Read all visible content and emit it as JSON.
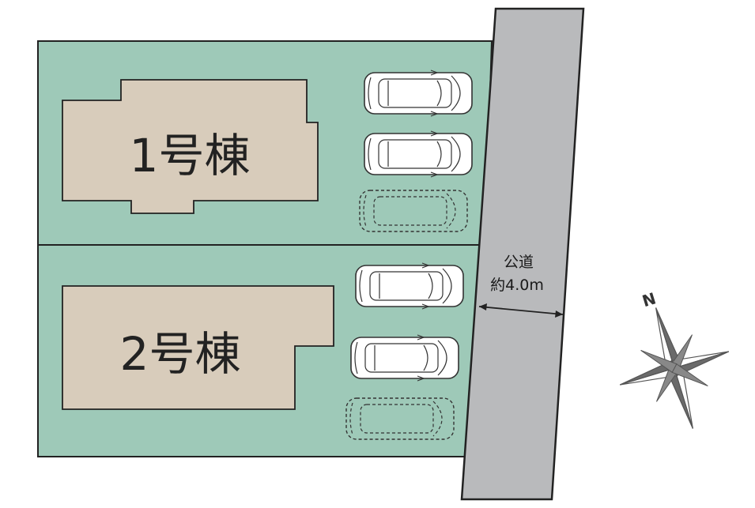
{
  "buildings": [
    {
      "id": "1",
      "label": "1号棟"
    },
    {
      "id": "2",
      "label": "2号棟"
    }
  ],
  "road": {
    "name": "公道",
    "width": "約4.0m"
  },
  "compass": {
    "label": "N"
  },
  "colors": {
    "lot": "#9ec9b8",
    "building": "#d8ccbb",
    "road": "#b9babc",
    "outline": "#222222"
  },
  "parking": {
    "lot1": [
      "solid",
      "solid",
      "dashed"
    ],
    "lot2": [
      "solid",
      "solid",
      "dashed"
    ]
  }
}
